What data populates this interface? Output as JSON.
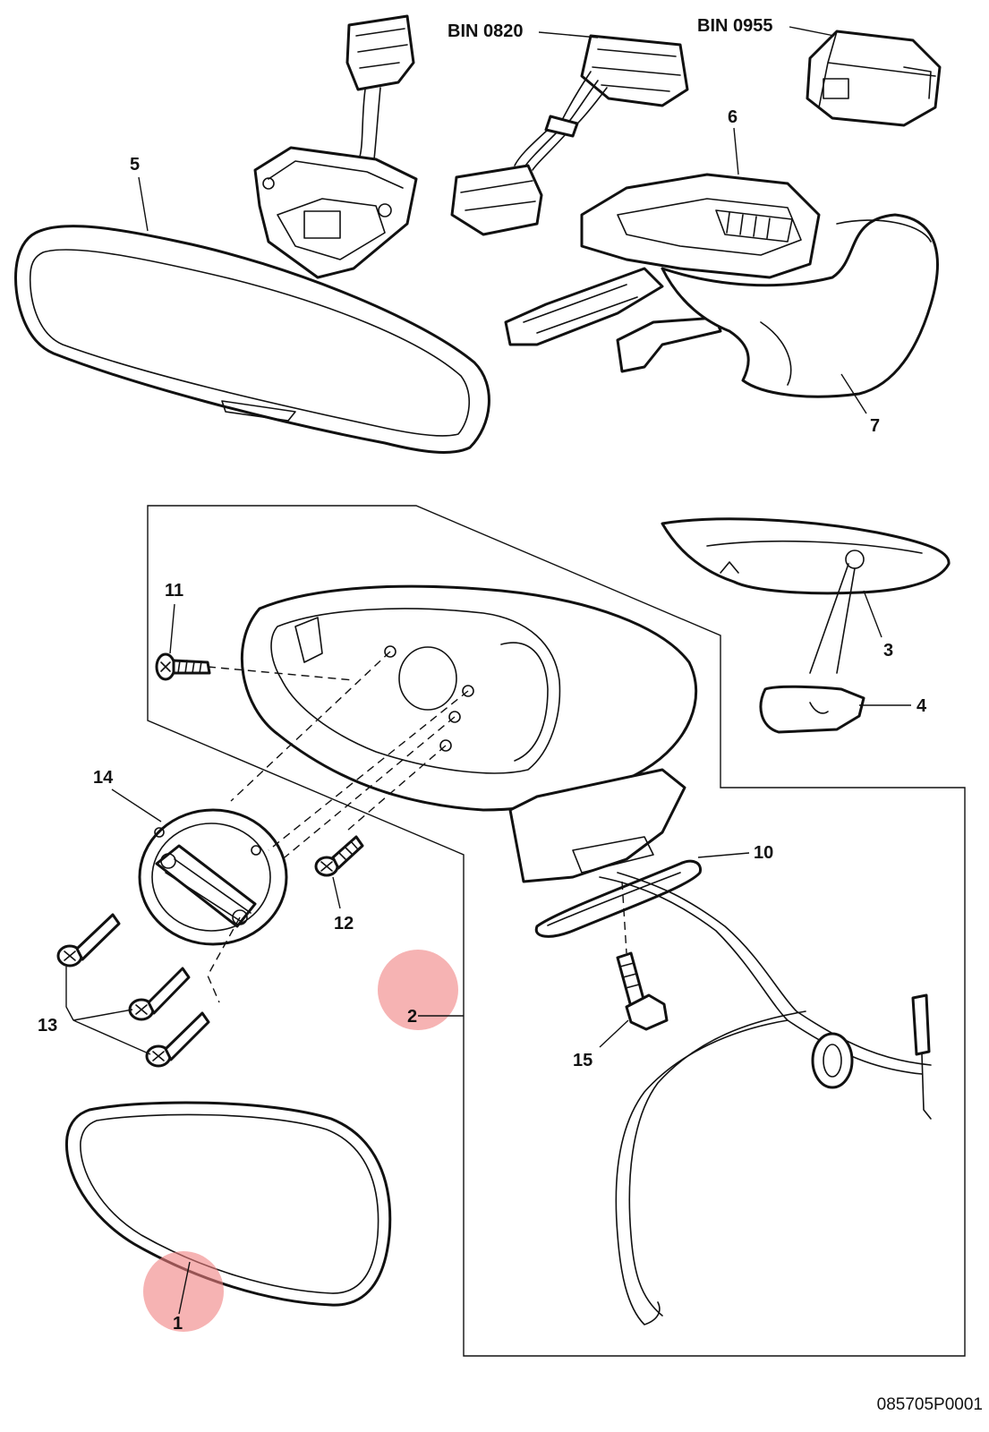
{
  "diagram": {
    "document_number": "085705P0001",
    "connector_labels": [
      "BIN 0820",
      "BIN 0955"
    ],
    "callouts": [
      "1",
      "2",
      "3",
      "4",
      "5",
      "6",
      "7",
      "10",
      "11",
      "12",
      "13",
      "14",
      "15"
    ],
    "highlight_color": "#f08080"
  }
}
